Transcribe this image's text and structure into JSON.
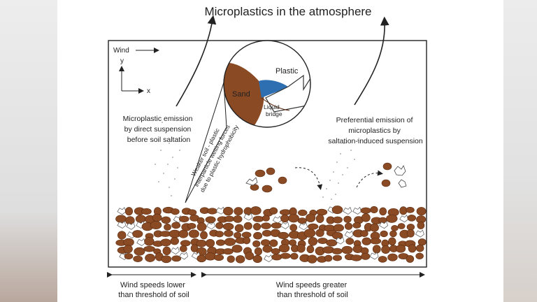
{
  "title": "Microplastics in the atmosphere",
  "axes": {
    "wind": "Wind",
    "y": "y",
    "x": "x"
  },
  "labels": {
    "left_emission": [
      "Microplastic emission",
      "by direct suspension",
      "before soil saltation"
    ],
    "right_emission": [
      "Preferential emission of",
      "microplastics by",
      "saltation-induced suspension"
    ],
    "inset_sand": "Sand",
    "inset_plastic": "Plastic",
    "inset_bridge": [
      "Liquid",
      "bridge"
    ],
    "rotated_note": [
      "Weaker soil - plastic",
      "interparticle wetting forces",
      "due to plastic hydrophobicity"
    ],
    "bottom_left": [
      "Wind speeds lower",
      "than threshold of soil"
    ],
    "bottom_right": [
      "Wind speeds greater",
      "than threshold of soil"
    ]
  },
  "colors": {
    "soil": "#8a4a24",
    "soil_dark": "#5a2d12",
    "water": "#2d6fb0",
    "ink": "#222222"
  }
}
